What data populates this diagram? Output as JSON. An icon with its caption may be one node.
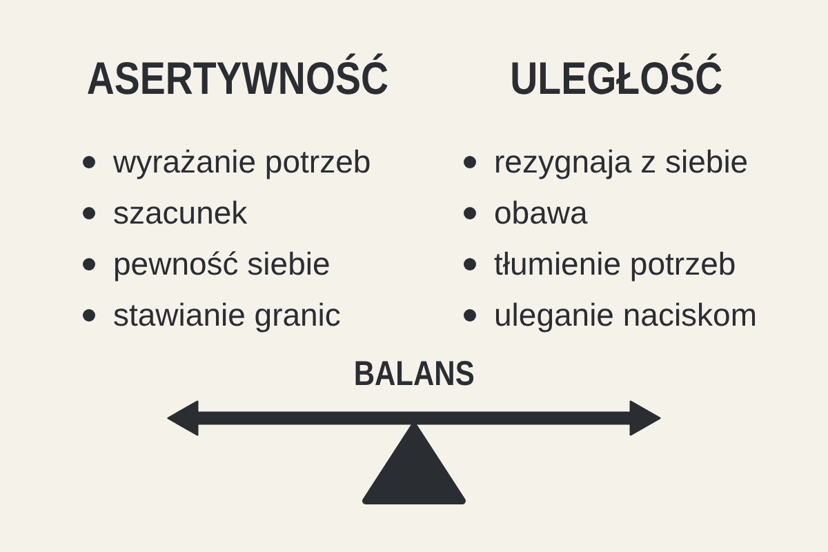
{
  "diagram": {
    "labels": [
      "ASERTYWNOŚĆ",
      "wyrażanie potrzeb",
      "szacunek",
      "pewność siebie",
      "stawianie granic",
      "ULEGŁOŚĆ",
      "rezygnaja z siebie",
      "obawa",
      "tłumienie potrzeb",
      "uleganie naciskom",
      "BALANS"
    ]
  }
}
